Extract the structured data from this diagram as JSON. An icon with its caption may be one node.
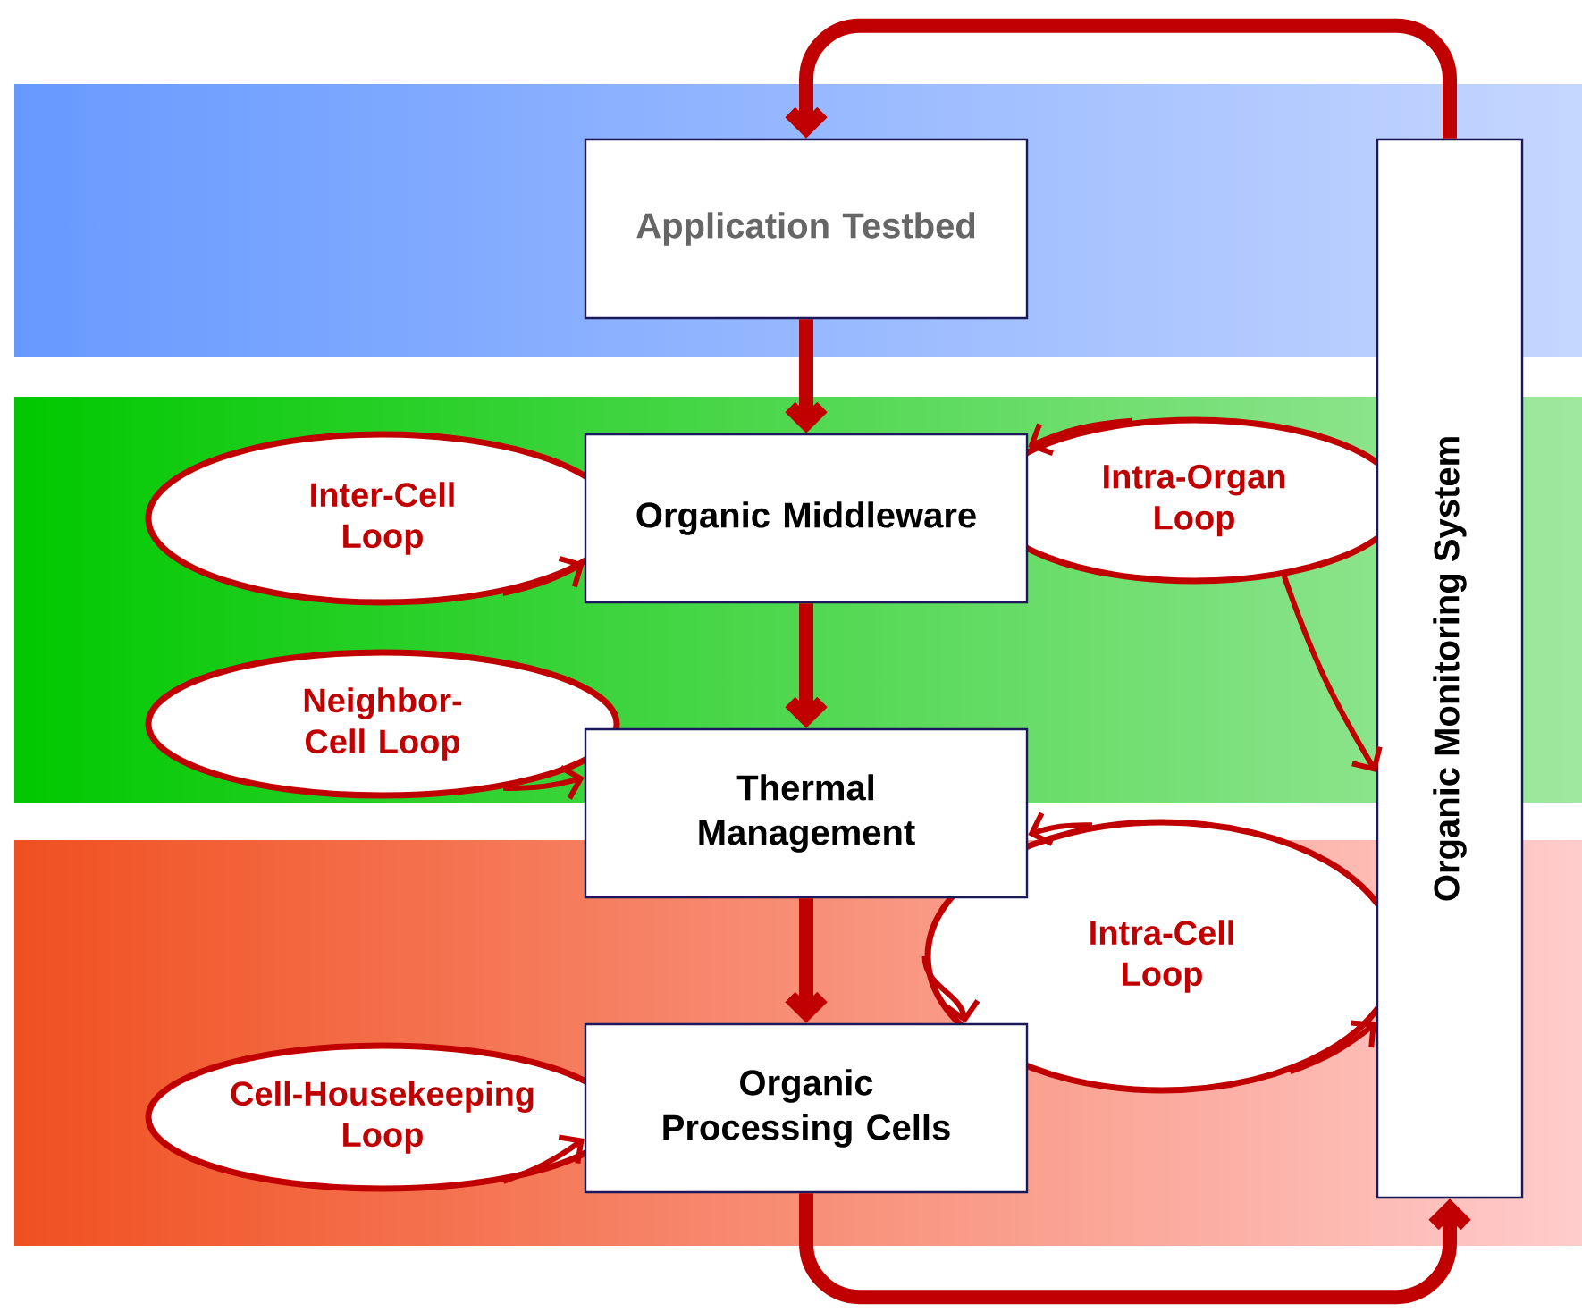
{
  "diagram": {
    "nodes": [
      {
        "text": [
          "Application Testbed"
        ]
      },
      {
        "text": [
          "Organic Middleware"
        ]
      },
      {
        "text": [
          "Thermal Management"
        ]
      },
      {
        "text": [
          "Organic Processing Cells"
        ]
      },
      {
        "text": [
          "Organic Monitoring System"
        ]
      },
      {
        "text": [
          "Inter-Cell Loop"
        ]
      },
      {
        "text": [
          "Neighbor-Cell Loop"
        ]
      },
      {
        "text": [
          "Cell-Housekeeping Loop"
        ]
      },
      {
        "text": [
          "Intra-Organ Loop"
        ]
      },
      {
        "text": [
          "Intra-Cell Loop"
        ]
      }
    ],
    "edges": [
      {
        "from": 0,
        "to": 1,
        "arrow": "to",
        "style": "thick"
      },
      {
        "from": 1,
        "to": 2,
        "arrow": "to",
        "style": "thick"
      },
      {
        "from": 2,
        "to": 3,
        "arrow": "to",
        "style": "thick"
      },
      {
        "from": 3,
        "to": 4,
        "arrow": "to",
        "style": "thick"
      },
      {
        "from": 4,
        "to": 0,
        "arrow": "to",
        "style": "thick"
      },
      {
        "from": 5,
        "to": 1,
        "arrow": "to"
      },
      {
        "from": 6,
        "to": 2,
        "arrow": "to"
      },
      {
        "from": 7,
        "to": 3,
        "arrow": "to"
      },
      {
        "from": 8,
        "to": 1,
        "arrow": "to"
      },
      {
        "from": 8,
        "to": 4,
        "arrow": "to"
      },
      {
        "from": 9,
        "to": 2,
        "arrow": "to"
      },
      {
        "from": 9,
        "to": 3,
        "arrow": "to"
      },
      {
        "from": 9,
        "to": 4,
        "arrow": "to"
      }
    ]
  }
}
